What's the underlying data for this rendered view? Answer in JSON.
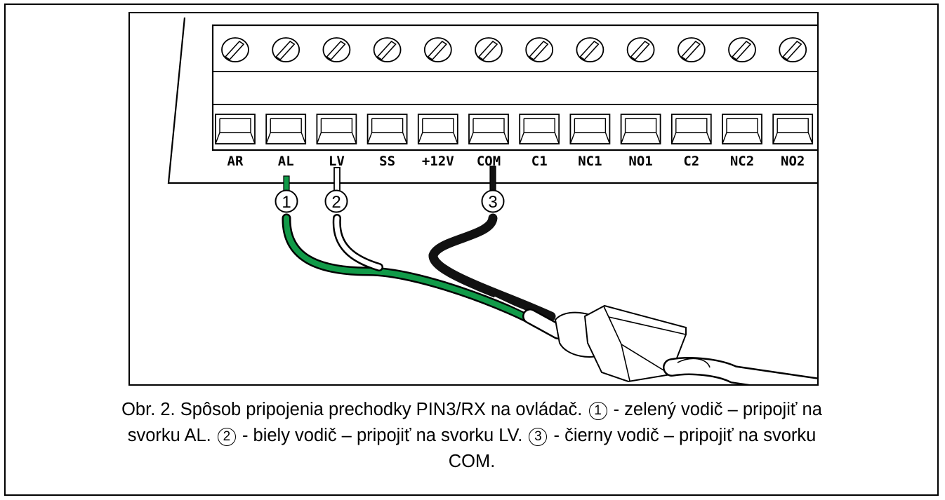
{
  "terminals": [
    "AR",
    "AL",
    "LV",
    "SS",
    "+12V",
    "COM",
    "C1",
    "NC1",
    "NO1",
    "C2",
    "NC2",
    "NO2"
  ],
  "markers": [
    "1",
    "2",
    "3"
  ],
  "wire_colors": {
    "green": "#119a48",
    "white": "#ffffff",
    "black": "#111111"
  },
  "caption": {
    "c0": "Obr. 2. Spôsob pripojenia prechodky PIN3/RX na ovládač.",
    "c1": "- zelený vodič – pripojiť na",
    "c2": "svorku AL.",
    "c3": "- biely vodič – pripojiť na svorku LV.",
    "c4": "- čierny vodič – pripojiť na svorku",
    "c5": "COM."
  }
}
